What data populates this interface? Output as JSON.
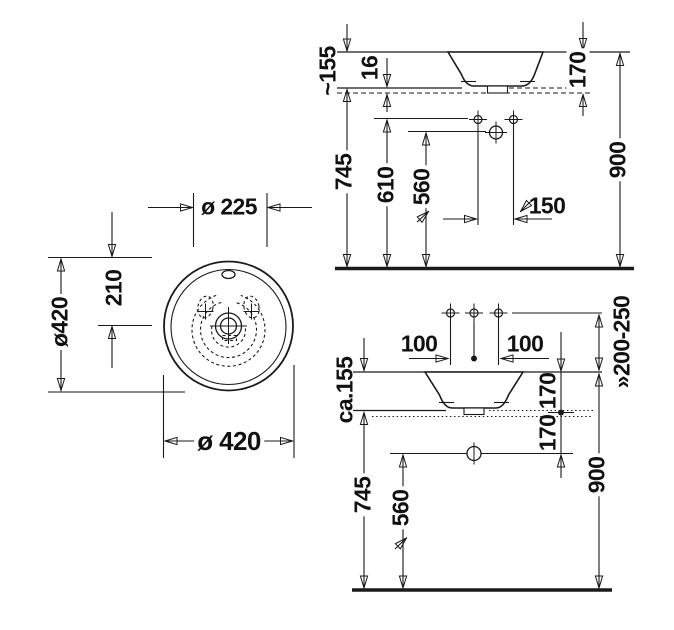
{
  "colors": {
    "line": "#1a1a1a",
    "background": "#ffffff"
  },
  "top_view": {
    "dim_cutout_diameter": "ø 225",
    "dim_center_offset": "210",
    "dim_outer_diameter_vertical": "ø420",
    "dim_outer_diameter_horizontal": "ø 420"
  },
  "side_view": {
    "dim_rim_above_counter": "~155",
    "dim_counter_thickness": "16",
    "dim_basin_height": "170",
    "dim_counter_height": "745",
    "dim_upper_connection_height": "610",
    "dim_drain_connection_height": "560",
    "dim_connection_offset": "150",
    "dim_rim_height": "900"
  },
  "front_view": {
    "dim_tap_spacing_left": "100",
    "dim_tap_spacing_right": "100",
    "dim_counter_height_label": "ca.155",
    "dim_basin_above_counter": "170",
    "dim_drain_below_counter": "170",
    "dim_counter_height": "745",
    "dim_drain_height": "560",
    "dim_rim_height": "900",
    "dim_supply_height_range": "»200-250"
  }
}
